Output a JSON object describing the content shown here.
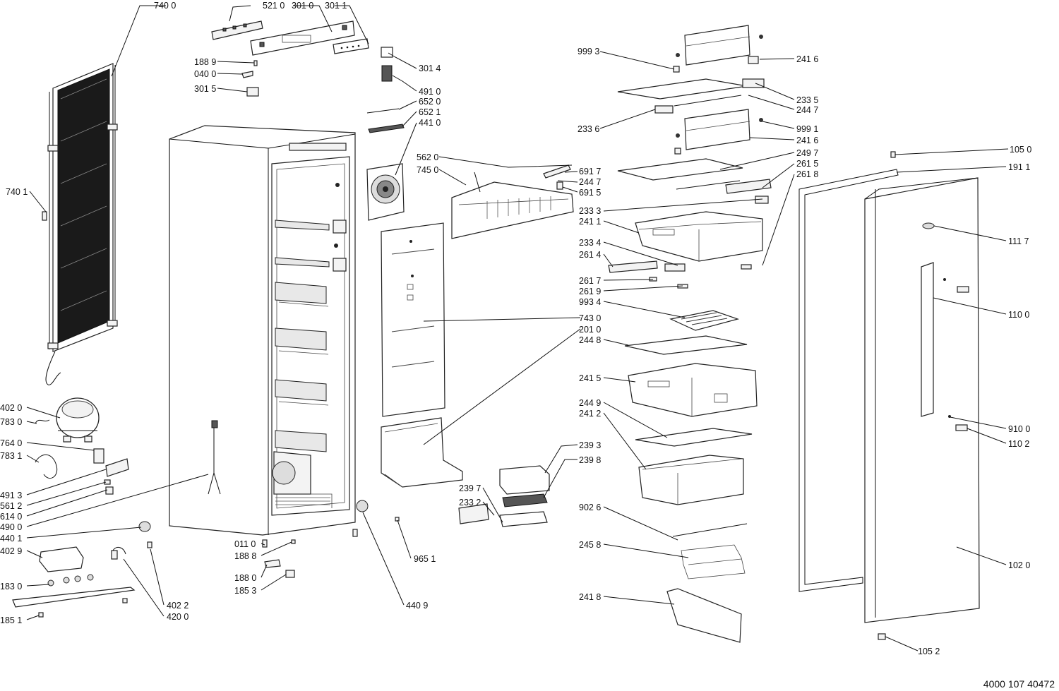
{
  "doc_number": "4000 107 40472",
  "labels": [
    {
      "id": "7400",
      "text": "740 0"
    },
    {
      "id": "5210",
      "text": "521 0"
    },
    {
      "id": "3010",
      "text": "301 0"
    },
    {
      "id": "3011",
      "text": "301 1"
    },
    {
      "id": "1889",
      "text": "188 9"
    },
    {
      "id": "0400",
      "text": "040 0"
    },
    {
      "id": "3015",
      "text": "301 5"
    },
    {
      "id": "3014",
      "text": "301 4"
    },
    {
      "id": "4910",
      "text": "491 0"
    },
    {
      "id": "6520",
      "text": "652 0"
    },
    {
      "id": "6521",
      "text": "652 1"
    },
    {
      "id": "4410",
      "text": "441 0"
    },
    {
      "id": "7401",
      "text": "740 1"
    },
    {
      "id": "5620",
      "text": "562 0"
    },
    {
      "id": "7450",
      "text": "745 0"
    },
    {
      "id": "6917",
      "text": "691 7"
    },
    {
      "id": "2447a",
      "text": "244 7"
    },
    {
      "id": "6915",
      "text": "691 5"
    },
    {
      "id": "9993",
      "text": "999 3"
    },
    {
      "id": "2416a",
      "text": "241 6"
    },
    {
      "id": "2335",
      "text": "233 5"
    },
    {
      "id": "2447b",
      "text": "244 7"
    },
    {
      "id": "2336",
      "text": "233 6"
    },
    {
      "id": "9991",
      "text": "999 1"
    },
    {
      "id": "2416b",
      "text": "241 6"
    },
    {
      "id": "2497",
      "text": "249 7"
    },
    {
      "id": "2615",
      "text": "261 5"
    },
    {
      "id": "2618",
      "text": "261 8"
    },
    {
      "id": "2333",
      "text": "233 3"
    },
    {
      "id": "2411",
      "text": "241 1"
    },
    {
      "id": "2334",
      "text": "233 4"
    },
    {
      "id": "2614",
      "text": "261 4"
    },
    {
      "id": "2617",
      "text": "261 7"
    },
    {
      "id": "2619",
      "text": "261 9"
    },
    {
      "id": "9934",
      "text": "993 4"
    },
    {
      "id": "7430",
      "text": "743 0"
    },
    {
      "id": "2010",
      "text": "201 0"
    },
    {
      "id": "2448",
      "text": "244 8"
    },
    {
      "id": "2415",
      "text": "241 5"
    },
    {
      "id": "2449",
      "text": "244 9"
    },
    {
      "id": "2412",
      "text": "241 2"
    },
    {
      "id": "2393",
      "text": "239 3"
    },
    {
      "id": "2398",
      "text": "239 8"
    },
    {
      "id": "2397",
      "text": "239 7"
    },
    {
      "id": "2332",
      "text": "233 2"
    },
    {
      "id": "9026",
      "text": "902 6"
    },
    {
      "id": "2458",
      "text": "245 8"
    },
    {
      "id": "2418",
      "text": "241 8"
    },
    {
      "id": "1050",
      "text": "105 0"
    },
    {
      "id": "1911",
      "text": "191 1"
    },
    {
      "id": "1117",
      "text": "111 7"
    },
    {
      "id": "1100",
      "text": "110 0"
    },
    {
      "id": "9100",
      "text": "910 0"
    },
    {
      "id": "1102",
      "text": "110 2"
    },
    {
      "id": "1020",
      "text": "102 0"
    },
    {
      "id": "1052",
      "text": "105 2"
    },
    {
      "id": "4020",
      "text": "402 0"
    },
    {
      "id": "7830",
      "text": "783 0"
    },
    {
      "id": "7640",
      "text": "764 0"
    },
    {
      "id": "7831",
      "text": "783 1"
    },
    {
      "id": "4913",
      "text": "491 3"
    },
    {
      "id": "5612",
      "text": "561 2"
    },
    {
      "id": "6140",
      "text": "614 0"
    },
    {
      "id": "4900",
      "text": "490 0"
    },
    {
      "id": "4401",
      "text": "440 1"
    },
    {
      "id": "4029",
      "text": "402 9"
    },
    {
      "id": "1830",
      "text": "183 0"
    },
    {
      "id": "1851",
      "text": "185 1"
    },
    {
      "id": "4022",
      "text": "402 2"
    },
    {
      "id": "4200",
      "text": "420 0"
    },
    {
      "id": "0110",
      "text": "011 0"
    },
    {
      "id": "1888",
      "text": "188 8"
    },
    {
      "id": "1880",
      "text": "188 0"
    },
    {
      "id": "1853",
      "text": "185 3"
    },
    {
      "id": "9651",
      "text": "965 1"
    },
    {
      "id": "4409",
      "text": "440 9"
    }
  ]
}
